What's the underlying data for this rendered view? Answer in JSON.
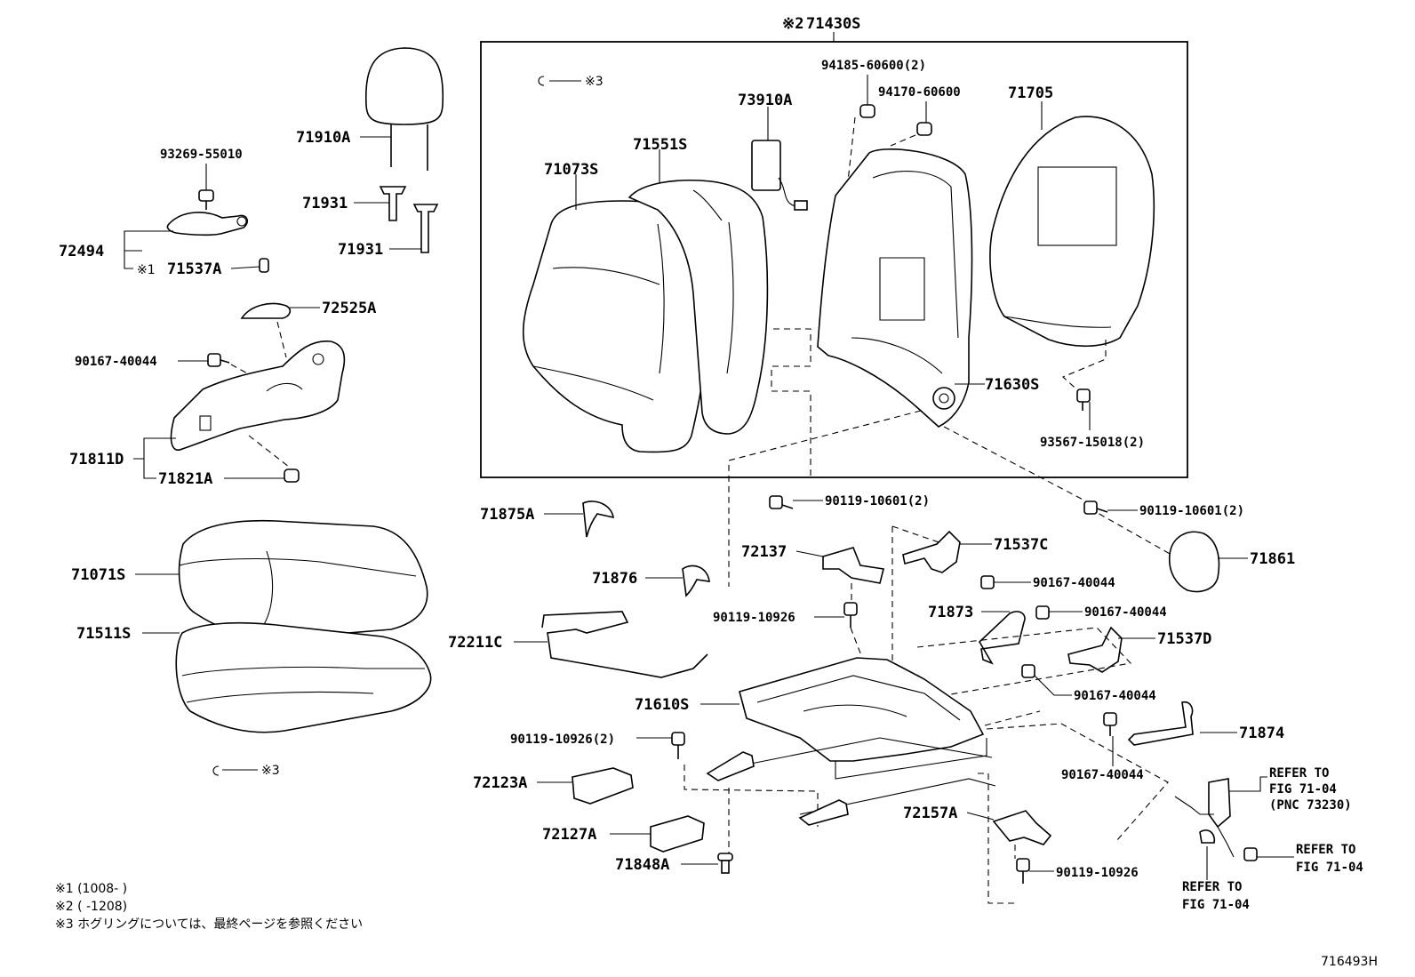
{
  "diagram": {
    "figure_code": "716493H",
    "main_assembly": {
      "marker": "※2",
      "part_no": "71430S"
    },
    "labels": {
      "p71910A": "71910A",
      "p93269_55010": "93269-55010",
      "p71931_a": "71931",
      "p71931_b": "71931",
      "p72494": "72494",
      "p71537A_marker": "※1",
      "p71537A": "71537A",
      "p72525A": "72525A",
      "p90167_40044_a": "90167-40044",
      "p71811D": "71811D",
      "p71821A": "71821A",
      "p71071S": "71071S",
      "p71511S": "71511S",
      "hog_ring_marker_a": "※3",
      "hog_ring_marker_b": "※3",
      "p73910A": "73910A",
      "p71551S": "71551S",
      "p71073S": "71073S",
      "p94185_60600": "94185-60600(2)",
      "p94170_60600": "94170-60600",
      "p71705": "71705",
      "p71630S": "71630S",
      "p93567_15018": "93567-15018(2)",
      "p71875A": "71875A",
      "p90119_10601_a": "90119-10601(2)",
      "p90119_10601_b": "90119-10601(2)",
      "p72137": "72137",
      "p71537C": "71537C",
      "p71861": "71861",
      "p71876": "71876",
      "p90167_40044_b": "90167-40044",
      "p90119_10926_a": "90119-10926",
      "p71873": "71873",
      "p90167_40044_c": "90167-40044",
      "p72211C": "72211C",
      "p71537D": "71537D",
      "p71610S": "71610S",
      "p90167_40044_d": "90167-40044",
      "p71874": "71874",
      "p90119_10926_b": "90119-10926(2)",
      "p72123A": "72123A",
      "p90167_40044_e": "90167-40044",
      "p72127A": "72127A",
      "p72157A": "72157A",
      "p71848A": "71848A",
      "p90119_10926_c": "90119-10926"
    },
    "references": {
      "ref1_line1": "REFER TO",
      "ref1_line2": "FIG 71-04",
      "ref1_line3": "(PNC 73230)",
      "ref2_line1": "REFER TO",
      "ref2_line2": "FIG 71-04",
      "ref3_line1": "REFER TO",
      "ref3_line2": "FIG 71-04"
    },
    "notes": {
      "n1": "※1 (1008-       )",
      "n2": "※2 (        -1208)",
      "n3": "※3  ホグリングについては、最終ページを参照ください"
    }
  }
}
